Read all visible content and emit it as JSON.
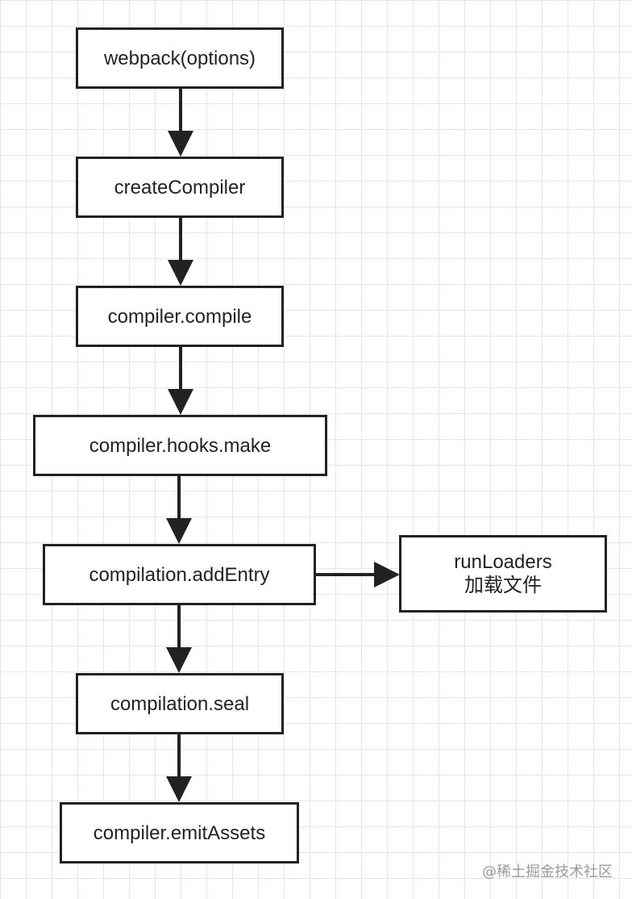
{
  "diagram": {
    "nodes": [
      {
        "id": "webpack",
        "label": "webpack(options)"
      },
      {
        "id": "createCompiler",
        "label": "createCompiler"
      },
      {
        "id": "compile",
        "label": "compiler.compile"
      },
      {
        "id": "make",
        "label": "compiler.hooks.make"
      },
      {
        "id": "addEntry",
        "label": "compilation.addEntry"
      },
      {
        "id": "runLoaders",
        "label": "runLoaders",
        "label2": "加载文件"
      },
      {
        "id": "seal",
        "label": "compilation.seal"
      },
      {
        "id": "emitAssets",
        "label": "compiler.emitAssets"
      }
    ],
    "edges": [
      {
        "from": "webpack",
        "to": "createCompiler"
      },
      {
        "from": "createCompiler",
        "to": "compile"
      },
      {
        "from": "compile",
        "to": "make"
      },
      {
        "from": "make",
        "to": "addEntry"
      },
      {
        "from": "addEntry",
        "to": "runLoaders"
      },
      {
        "from": "addEntry",
        "to": "seal"
      },
      {
        "from": "seal",
        "to": "emitAssets"
      }
    ]
  },
  "watermark": "@稀土掘金技术社区",
  "colors": {
    "stroke": "#222222",
    "background": "#ffffff",
    "grid": "#e6e6e6",
    "watermark": "#9a9a9a"
  }
}
